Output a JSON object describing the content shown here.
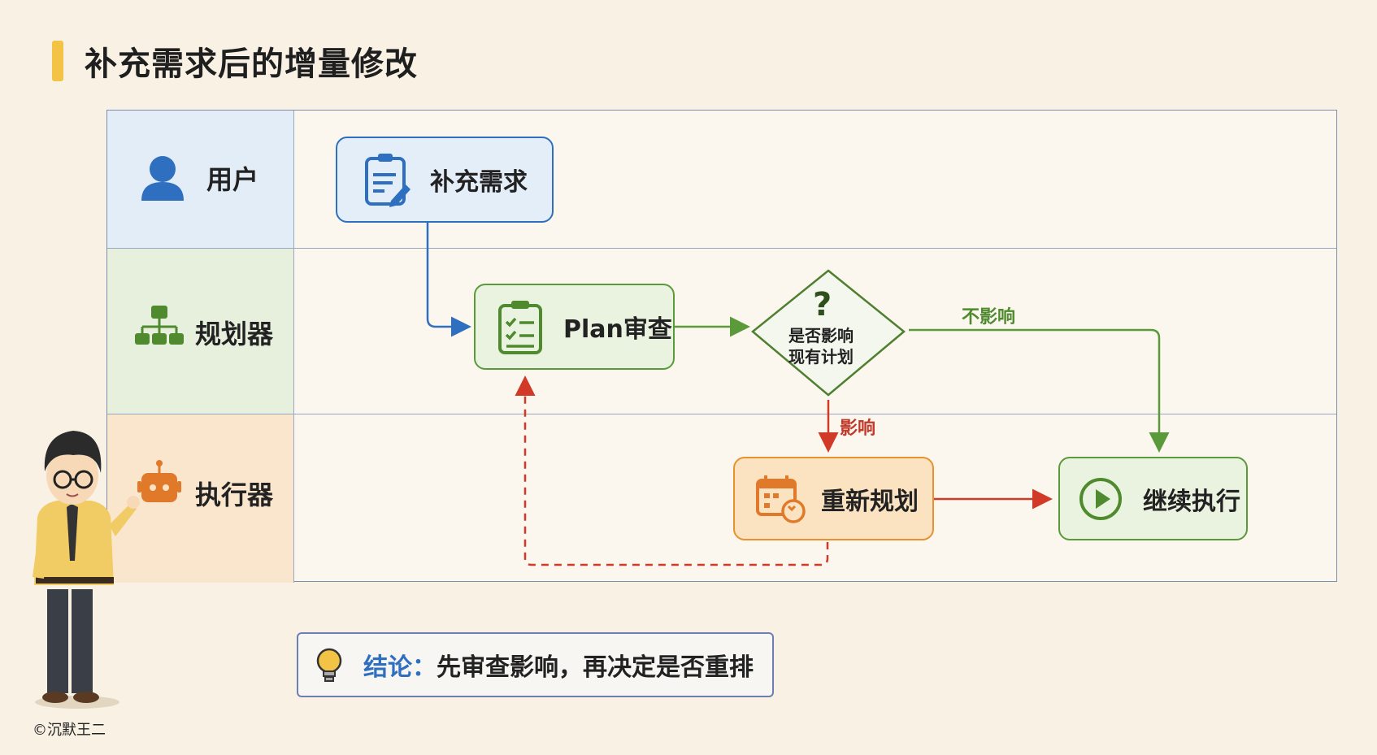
{
  "title": "补充需求后的增量修改",
  "lanes": {
    "user": "用户",
    "planner": "规划器",
    "executor": "执行器"
  },
  "nodes": {
    "supplement": "补充需求",
    "plan_review": "Plan审查",
    "decision_line1": "是否影响",
    "decision_line2": "现有计划",
    "decision_mark": "?",
    "replan": "重新规划",
    "continue": "继续执行"
  },
  "edges": {
    "no_impact": "不影响",
    "impact": "影响"
  },
  "conclusion": {
    "key": "结论：",
    "text": "先审查影响，再决定是否重排"
  },
  "copyright": "©沉默王二",
  "colors": {
    "blue": "#2f6fc0",
    "green": "#5b9a3a",
    "orange": "#e6922f",
    "red": "#d03a27",
    "accent": "#f3c346"
  }
}
